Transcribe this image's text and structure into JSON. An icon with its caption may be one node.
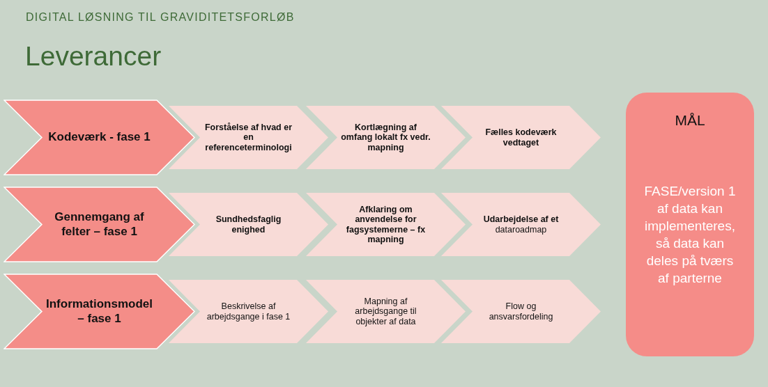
{
  "diagram": {
    "title": "Leverancer",
    "nodes": [
      {
        "text": [
          "Kodeværk - fase 1"
        ]
      },
      {
        "text": [
          "Forståelse af hvad er en referenceterminologi"
        ]
      },
      {
        "text": [
          "Kortlægning af omfang lokalt fx vedr. mapning"
        ]
      },
      {
        "text": [
          "Fælles kodeværk vedtaget"
        ]
      },
      {
        "text": [
          "Gennemgang af felter – fase 1"
        ]
      },
      {
        "text": [
          "Sundhedsfaglig enighed"
        ]
      },
      {
        "text": [
          "Afklaring om anvendelse for fagsystemerne – fx mapning"
        ]
      },
      {
        "text": [
          "**Udarbejdelse af et** dataroadmap"
        ]
      },
      {
        "text": [
          "Informationsmodel – fase 1"
        ]
      },
      {
        "text": [
          "Beskrivelse af arbejdsgange i fase 1"
        ]
      },
      {
        "text": [
          "Mapning af arbejdsgange til objekter af data"
        ]
      },
      {
        "text": [
          "Flow og ansvarsfordeling"
        ]
      },
      {
        "text": [
          "MÅL",
          "FASE/version 1 af data kan implementeres, så data kan deles på tværs af parterne"
        ]
      }
    ],
    "labels": [
      "DIGITAL LØSNING TIL GRAVIDITETSFORLØB"
    ]
  }
}
